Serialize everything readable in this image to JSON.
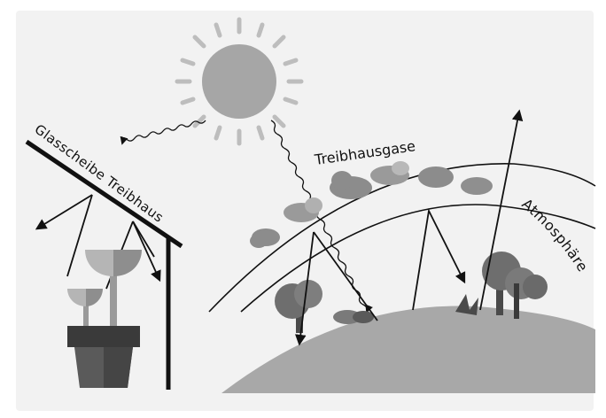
{
  "labels": {
    "glass_pane": "Glasscheibe Treibhaus",
    "greenhouse_gases": "Treibhausgase",
    "atmosphere": "Atmosphäre"
  },
  "colors": {
    "background": "#f2f2f2",
    "sun_fill": "#a6a6a6",
    "sun_rays": "#bdbdbd",
    "earth": "#a8a8a8",
    "cloud": "#8c8c8c",
    "tree": "#6e6e6e",
    "pot": "#3f3f3f",
    "line": "#111111"
  },
  "icons": [
    "sun-icon",
    "plant-icon",
    "cloud-icon",
    "tree-icon",
    "earth-icon"
  ]
}
